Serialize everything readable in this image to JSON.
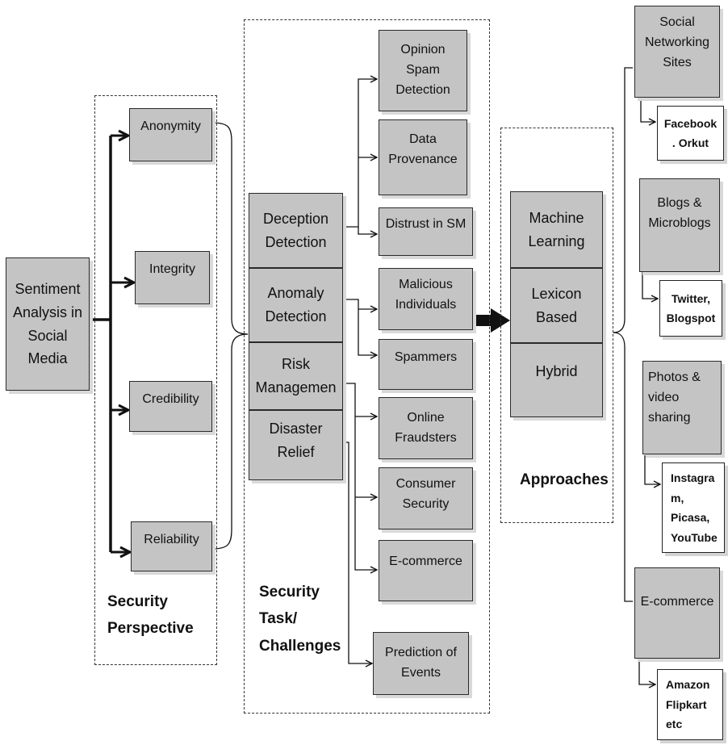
{
  "root": {
    "label": "Sentiment\nAnalysis in\nSocial\nMedia"
  },
  "security_perspective": {
    "title": "Security\nPerspective",
    "items": [
      "Anonymity",
      "Integrity",
      "Credibility",
      "Reliability"
    ]
  },
  "security_tasks": {
    "title": "Security\nTask/\nChallenges",
    "main": [
      "Deception\nDetection",
      "Anomaly\nDetection",
      "Risk\nManagemen",
      "Disaster\nRelief"
    ],
    "challenges": [
      "Opinion\nSpam\nDetection",
      "Data\nProvenance",
      "Distrust in SM",
      "Malicious\nIndividuals",
      "Spammers",
      "Online\nFraudsters",
      "Consumer\nSecurity",
      "E-commerce",
      "Prediction of\nEvents"
    ]
  },
  "approaches": {
    "title": "Approaches",
    "items": [
      "Machine\nLearning",
      "Lexicon\nBased",
      "Hybrid"
    ]
  },
  "platforms": [
    {
      "category": "Social\nNetworking\nSites",
      "examples": "Facebook\n. Orkut"
    },
    {
      "category": "Blogs &\nMicroblogs",
      "examples": "Twitter,\nBlogspot"
    },
    {
      "category": "Photos &\nvideo\nsharing",
      "examples": "Instagra\nm,\nPicasa,\nYouTube"
    },
    {
      "category": "E-commerce",
      "examples": "Amazon\nFlipkart\netc"
    }
  ]
}
